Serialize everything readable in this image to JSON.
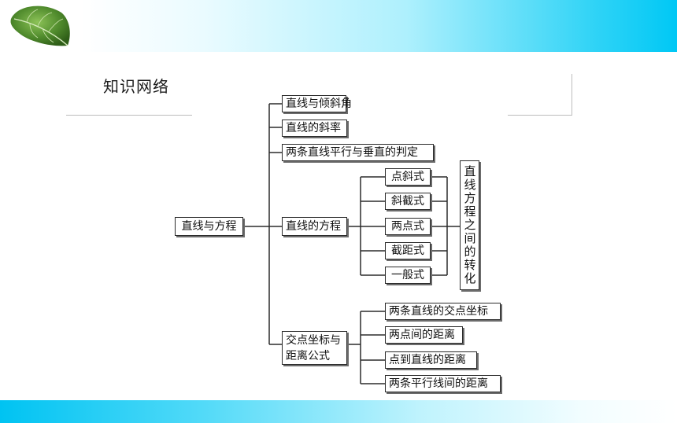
{
  "title": "知识网络",
  "diagram": {
    "root": "直线与方程",
    "branches": [
      "直线与倾斜角",
      "直线的斜率",
      "两条直线平行与垂直的判定",
      "直线的方程",
      "交点坐标与距离公式"
    ],
    "branch_multiline": [
      "交点坐标与",
      "距离公式"
    ],
    "equation_forms": [
      "点斜式",
      "斜截式",
      "两点式",
      "截距式",
      "一般式"
    ],
    "conversion": "直线方程之间的转化",
    "intersection_items": [
      "两条直线的交点坐标",
      "两点间的距离",
      "点到直线的距离",
      "两条平行线间的距离"
    ]
  },
  "colors": {
    "band_cyan": "#00c8f5",
    "leaf_green": "#4f8a2c",
    "line": "#2b2b2b"
  }
}
